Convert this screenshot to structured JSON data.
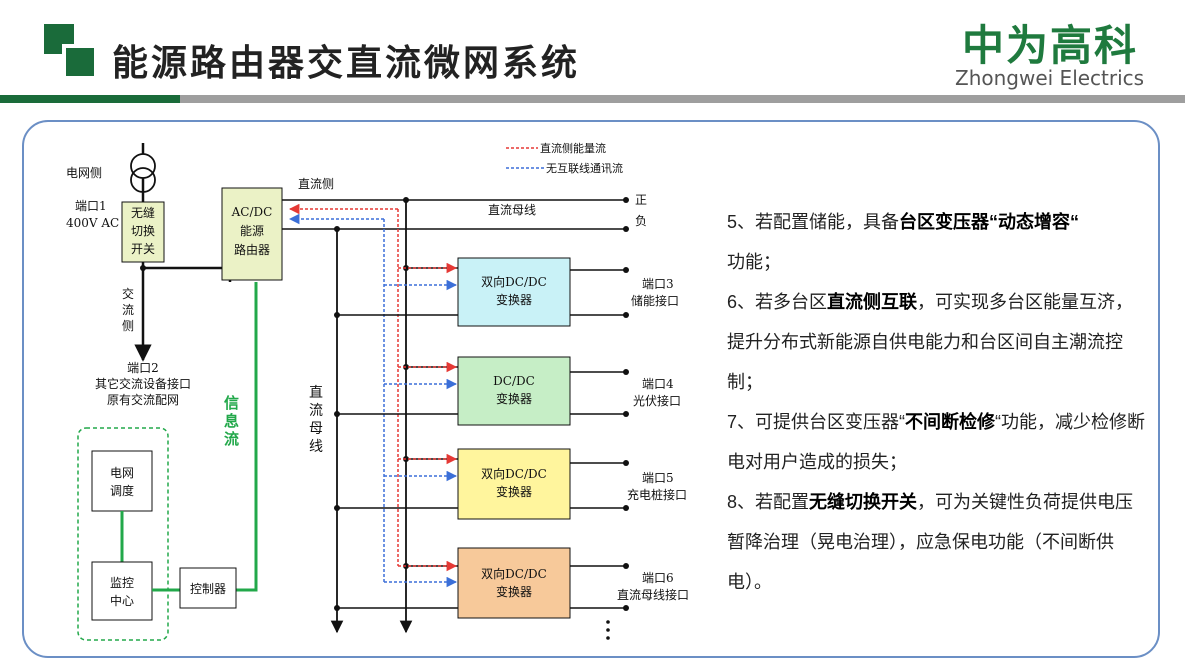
{
  "header": {
    "title": "能源路由器交直流微网系统",
    "brand_cn": "中为高科",
    "brand_en": "Zhongwei Electrics"
  },
  "colors": {
    "brand_green": "#1a6b3a",
    "energy_flow": "#e53935",
    "comm_flow": "#3b6fd8",
    "info_line": "#22a84a",
    "ac_dc_box": "#ebf2c6",
    "storage_box": "#c9f2f7",
    "pv_box": "#c6eec6",
    "ev_box": "#fff59d",
    "dc_bus_box": "#f7c99a"
  },
  "legend": {
    "energy": "直流侧能量流",
    "comm": "无互联线通讯流"
  },
  "diagram": {
    "grid_side": "电网侧",
    "port1_line1": "端口1",
    "port1_line2": "400V AC",
    "switch_l1": "无缝",
    "switch_l2": "切换",
    "switch_l3": "开关",
    "ac_side_l1": "交",
    "ac_side_l2": "流",
    "ac_side_l3": "侧",
    "port2_l1": "端口2",
    "port2_l2": "其它交流设备接口",
    "port2_l3": "原有交流配网",
    "router_l1": "AC/DC",
    "router_l2": "能源",
    "router_l3": "路由器",
    "info_l1": "信",
    "info_l2": "息",
    "info_l3": "流",
    "dc_side": "直流侧",
    "dc_bus_top": "直流母线",
    "pos": "正",
    "neg": "负",
    "dc_bus_v1": "直",
    "dc_bus_v2": "流",
    "dc_bus_v3": "母",
    "dc_bus_v4": "线",
    "dispatch_l1": "电网",
    "dispatch_l2": "调度",
    "monitor_l1": "监控",
    "monitor_l2": "中心",
    "controller": "控制器",
    "conv1_l1": "双向DC/DC",
    "conv1_l2": "变换器",
    "conv2_l1": "DC/DC",
    "conv2_l2": "变换器",
    "conv3_l1": "双向DC/DC",
    "conv3_l2": "变换器",
    "conv4_l1": "双向DC/DC",
    "conv4_l2": "变换器",
    "port3_l1": "端口3",
    "port3_l2": "储能接口",
    "port4_l1": "端口4",
    "port4_l2": "光伏接口",
    "port5_l1": "端口5",
    "port5_l2": "充电桩接口",
    "port6_l1": "端口6",
    "port6_l2": "直流母线接口"
  },
  "bullets": {
    "b5_a": "5、若配置储能，具备",
    "b5_b": "台区变压器“动态增容“",
    "b5_c": "功能；",
    "b6_a": "6、若多台区",
    "b6_b": "直流侧互联",
    "b6_c": "，可实现多台区能量互济，提升分布式新能源自供电能力和台区间自主潮流控制；",
    "b7_a": "7、可提供台区变压器“",
    "b7_b": "不间断检修",
    "b7_c": "“功能，减少检修断电对用户造成的损失；",
    "b8_a": "8、若配置",
    "b8_b": "无缝切换开关",
    "b8_c": "，可为关键性负荷提供电压暂降治理（晃电治理），应急保电功能（不间断供电）。"
  }
}
